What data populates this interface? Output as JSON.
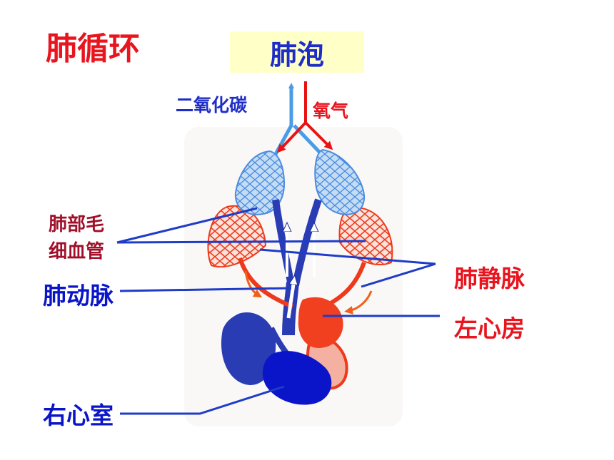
{
  "title": "肺循环",
  "alveoli": "肺泡",
  "gas": {
    "co2": "二氧化碳",
    "o2": "氧气"
  },
  "labels": {
    "capillaries_line1": "肺部毛",
    "capillaries_line2": "细血管",
    "pulmonary_artery": "肺动脉",
    "pulmonary_vein": "肺静脉",
    "left_atrium": "左心房",
    "right_ventricle": "右心室"
  },
  "colors": {
    "title": "#e8141e",
    "alveoli_bg": "#ffffc8",
    "alveoli_text": "#1e2dc8",
    "co2_text": "#1e2dc8",
    "o2_text": "#e8141e",
    "capillary_label": "#a0102a",
    "blue_label": "#0a14c8",
    "red_label": "#e8141e",
    "pointer_line": "#1e3cc8",
    "light_blue_arrow": "#4a9ce6",
    "red_arrow": "#e81414",
    "venous_blue": "#2a3cb4",
    "arterial_red": "#f04020",
    "orange_arrow": "#f06018"
  }
}
